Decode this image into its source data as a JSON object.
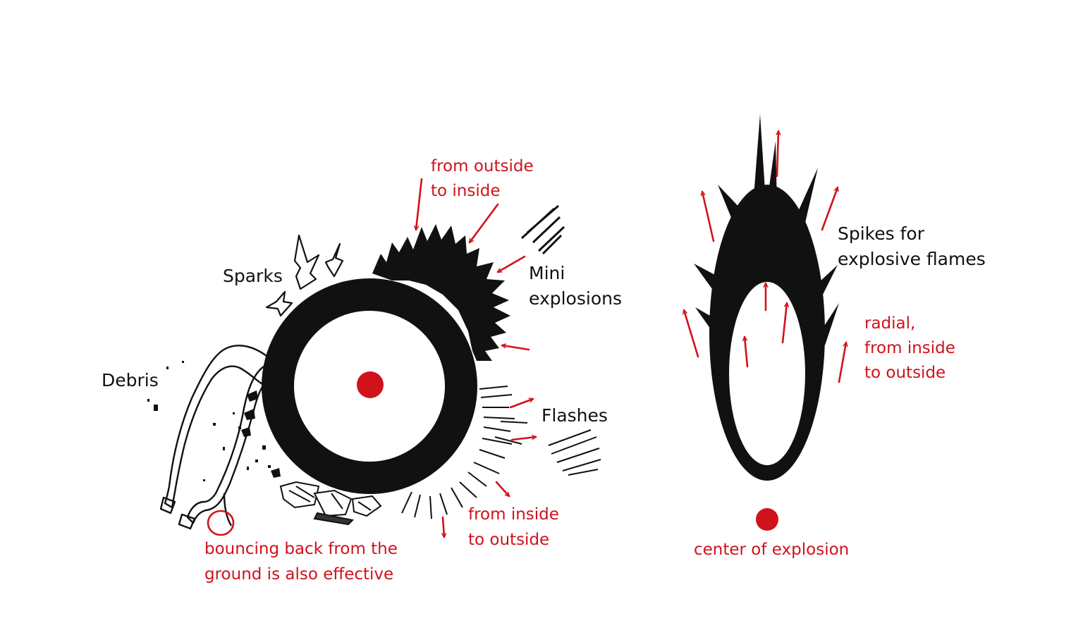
{
  "colors": {
    "ink": "#111111",
    "annotation_red": "#d0121b",
    "background": "#ffffff"
  },
  "left_figure": {
    "labels": {
      "sparks": "Sparks",
      "debris": "Debris",
      "mini_explosions_1": "Mini",
      "mini_explosions_2": "explosions",
      "flashes": "Flashes"
    },
    "annotations": {
      "from_outside_1": "from outside",
      "from_outside_2": "to inside",
      "from_inside_1": "from inside",
      "from_inside_2": "to outside",
      "bouncing_1": "bouncing back from the",
      "bouncing_2": "ground is also effective"
    }
  },
  "right_figure": {
    "labels": {
      "spikes_1": "Spikes for",
      "spikes_2": "explosive flames"
    },
    "annotations": {
      "radial_1": "radial,",
      "radial_2": "from inside",
      "radial_3": "to outside",
      "center": "center of explosion"
    }
  }
}
